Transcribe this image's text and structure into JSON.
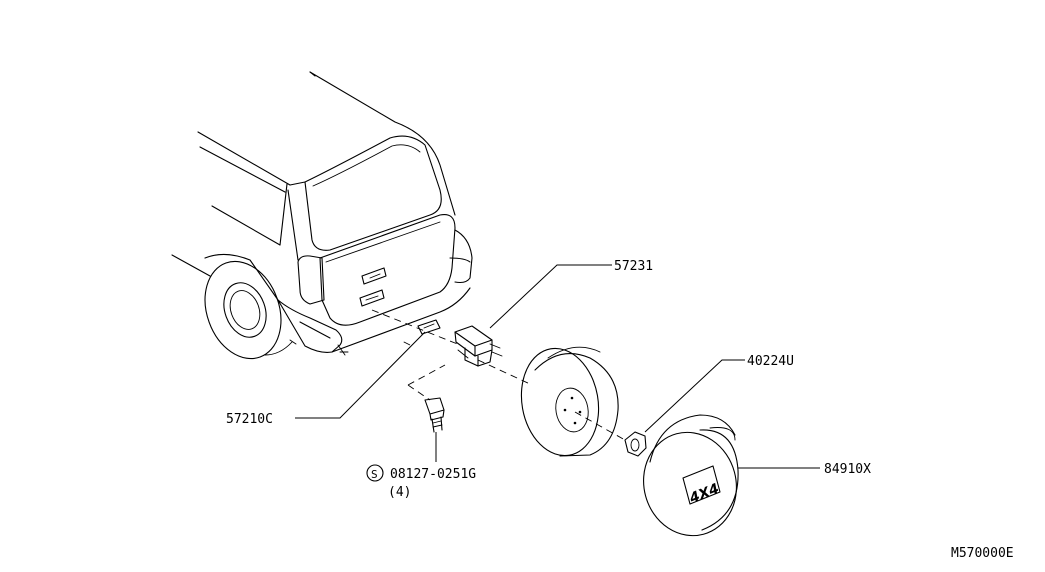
{
  "parts": [
    {
      "id": "carrier",
      "part_no": "57231"
    },
    {
      "id": "bracket",
      "part_no": "57210C"
    },
    {
      "id": "nut",
      "part_no": "40224U"
    },
    {
      "id": "cover",
      "part_no": "84910X"
    },
    {
      "id": "bolt",
      "part_no": "08127-0251G",
      "qty": "(4)",
      "symbol": "S"
    }
  ],
  "cover_marking": "4X4",
  "diagram_code": "M570000E"
}
